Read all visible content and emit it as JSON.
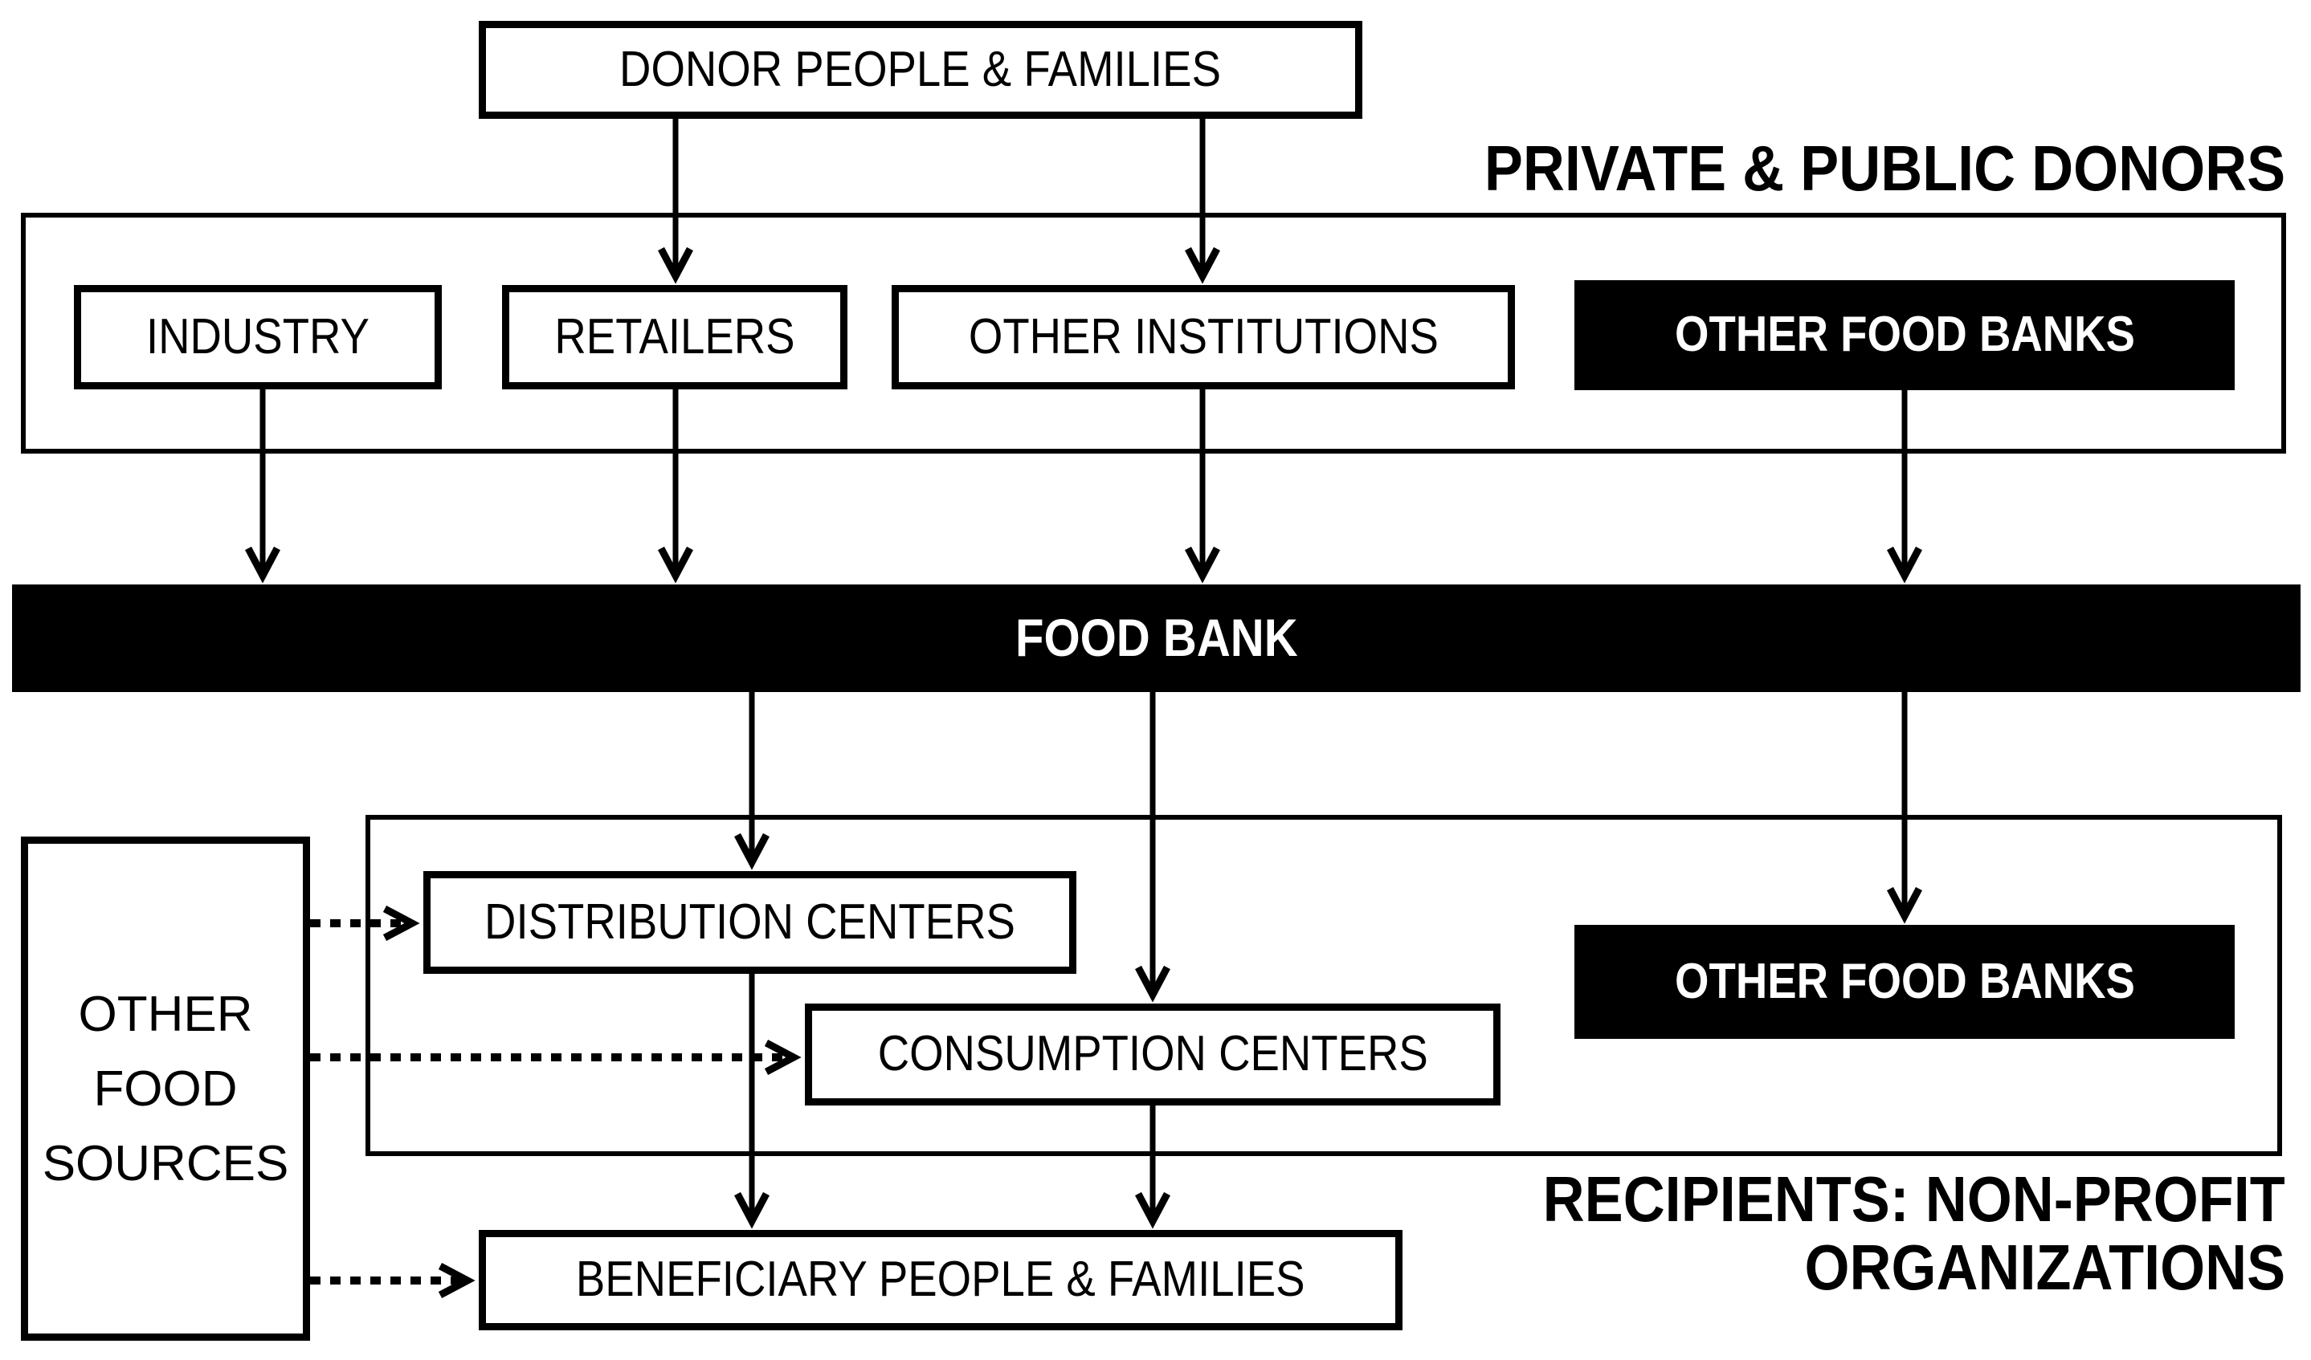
{
  "colors": {
    "ink": "#000000",
    "paper": "#ffffff"
  },
  "section_labels": {
    "donors": "PRIVATE & PUBLIC DONORS",
    "recipients_line1": "RECIPIENTS: NON-PROFIT",
    "recipients_line2": "ORGANIZATIONS"
  },
  "nodes": {
    "donor": {
      "label": "DONOR PEOPLE & FAMILIES"
    },
    "industry": {
      "label": "INDUSTRY"
    },
    "retailers": {
      "label": "RETAILERS"
    },
    "other_institutions": {
      "label": "OTHER INSTITUTIONS"
    },
    "other_food_banks_donor": {
      "label": "OTHER FOOD BANKS"
    },
    "food_bank": {
      "label": "FOOD BANK"
    },
    "distribution_centers": {
      "label": "DISTRIBUTION CENTERS"
    },
    "consumption_centers": {
      "label": "CONSUMPTION CENTERS"
    },
    "other_food_banks_recipient": {
      "label": "OTHER FOOD BANKS"
    },
    "other_food_sources": {
      "lines": [
        "OTHER",
        "FOOD",
        "SOURCES"
      ]
    },
    "beneficiary": {
      "label": "BENEFICIARY PEOPLE & FAMILIES"
    }
  },
  "edges": [
    {
      "from": "donor-people-families",
      "to": "retailers",
      "style": "solid"
    },
    {
      "from": "donor-people-families",
      "to": "other-institutions",
      "style": "solid"
    },
    {
      "from": "industry",
      "to": "food-bank",
      "style": "solid"
    },
    {
      "from": "retailers",
      "to": "food-bank",
      "style": "solid"
    },
    {
      "from": "other-institutions",
      "to": "food-bank",
      "style": "solid"
    },
    {
      "from": "other-food-banks-donor",
      "to": "food-bank",
      "style": "solid"
    },
    {
      "from": "food-bank",
      "to": "distribution-centers",
      "style": "solid"
    },
    {
      "from": "food-bank",
      "to": "consumption-centers",
      "style": "solid"
    },
    {
      "from": "food-bank",
      "to": "other-food-banks-recipient",
      "style": "solid"
    },
    {
      "from": "distribution-centers",
      "to": "beneficiary-people-families",
      "style": "solid"
    },
    {
      "from": "consumption-centers",
      "to": "beneficiary-people-families",
      "style": "solid"
    },
    {
      "from": "other-food-sources",
      "to": "distribution-centers",
      "style": "dotted"
    },
    {
      "from": "other-food-sources",
      "to": "consumption-centers",
      "style": "dotted"
    },
    {
      "from": "other-food-sources",
      "to": "beneficiary-people-families",
      "style": "dotted"
    }
  ]
}
